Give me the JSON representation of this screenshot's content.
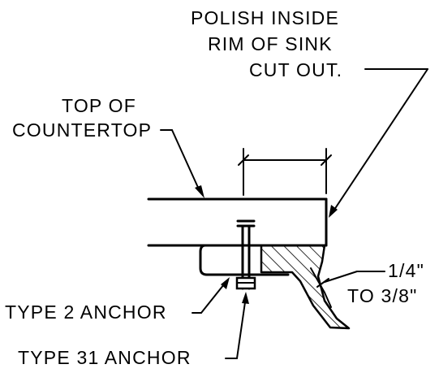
{
  "labels": {
    "polish_line1": "POLISH INSIDE",
    "polish_line2": "RIM OF SINK",
    "polish_line3": "CUT OUT.",
    "top_line1": "TOP OF",
    "top_line2": "COUNTERTOP",
    "gap_line1": "1/4\"",
    "gap_line2": "TO 3/8\"",
    "anchor_type2": "TYPE 2 ANCHOR",
    "anchor_type31": "TYPE 31 ANCHOR"
  }
}
